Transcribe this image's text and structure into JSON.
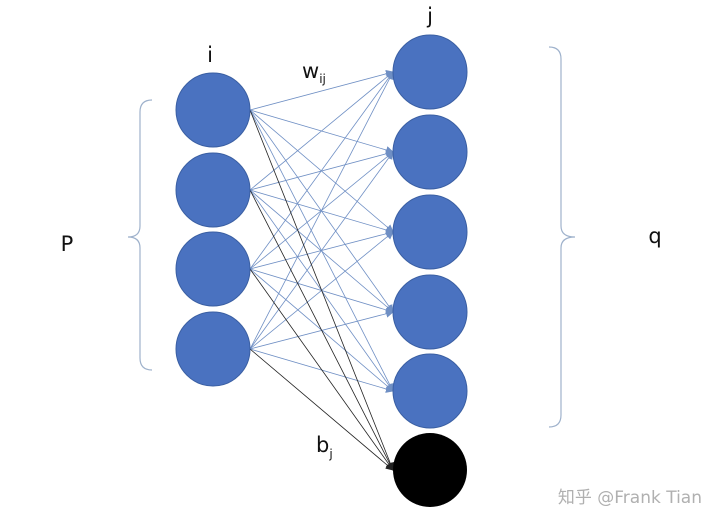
{
  "labels": {
    "input_index": "i",
    "output_index": "j",
    "weight_base": "w",
    "weight_sub": "ij",
    "bias_base": "b",
    "bias_sub": "j",
    "input_count": "P",
    "output_count": "q"
  },
  "watermark": "知乎 @Frank Tian",
  "network": {
    "input_nodes": 4,
    "output_nodes": 5,
    "bias_nodes": 1
  },
  "colors": {
    "node_fill": "#4a72c0",
    "node_stroke": "#3a5fa3",
    "bias_fill": "#000000",
    "weight_edge": "#6f8fc4",
    "bias_edge": "#222222",
    "brace": "#9fb2cc"
  }
}
